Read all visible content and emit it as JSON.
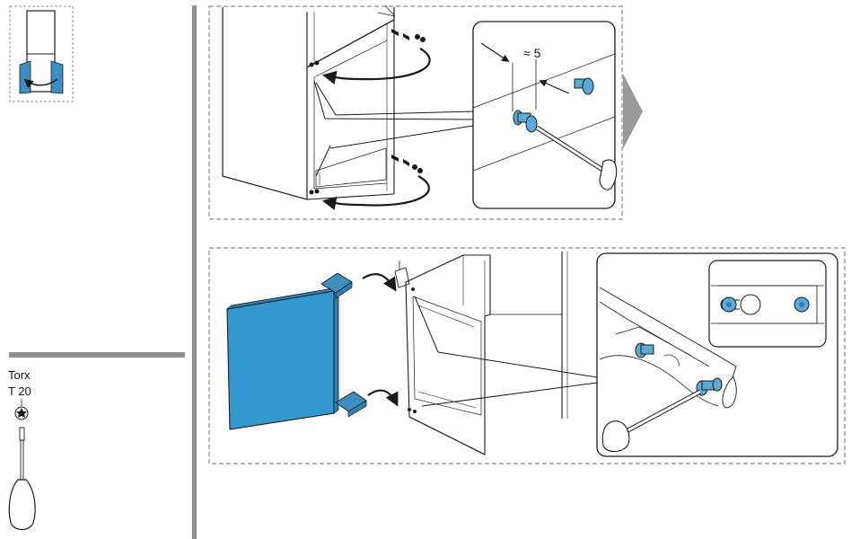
{
  "tool": {
    "name": "Torx",
    "size": "T 20"
  },
  "gap_label": "≈ 5",
  "colors": {
    "door_blue": "#3498d0",
    "hinge_blue": "#3e8fc1",
    "screw_blue": "#5aa9d6",
    "dashed_border": "#8a8a8a",
    "divider_gray": "#8f8f8f",
    "line": "#1a1a1a",
    "next_arrow": "#9a9a9a"
  },
  "icons": [
    "door-reversal-thumbnail-icon",
    "torx-bit-icon",
    "screwdriver-icon",
    "next-step-arrow-icon",
    "screw-icon",
    "curved-arrow-icon"
  ]
}
